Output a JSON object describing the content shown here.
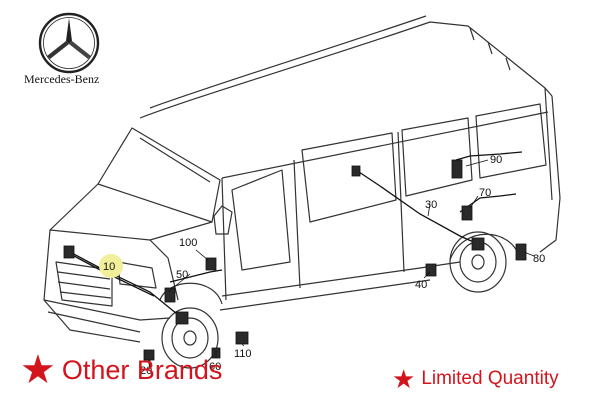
{
  "brand": {
    "name": "Mercedes-Benz",
    "logo_icon": "mercedes-star-icon"
  },
  "callouts": {
    "c10": "10",
    "c20": "20",
    "c30": "30",
    "c40": "40",
    "c50": "50",
    "c60": "60",
    "c70": "70",
    "c80": "80",
    "c90": "90",
    "c100": "100",
    "c110": "110"
  },
  "promo": {
    "left_text": "Other Brands",
    "right_text": "Limited Quantity",
    "star_icon": "★",
    "color": "#d4141c"
  },
  "highlight_color": "#f2ef9a"
}
